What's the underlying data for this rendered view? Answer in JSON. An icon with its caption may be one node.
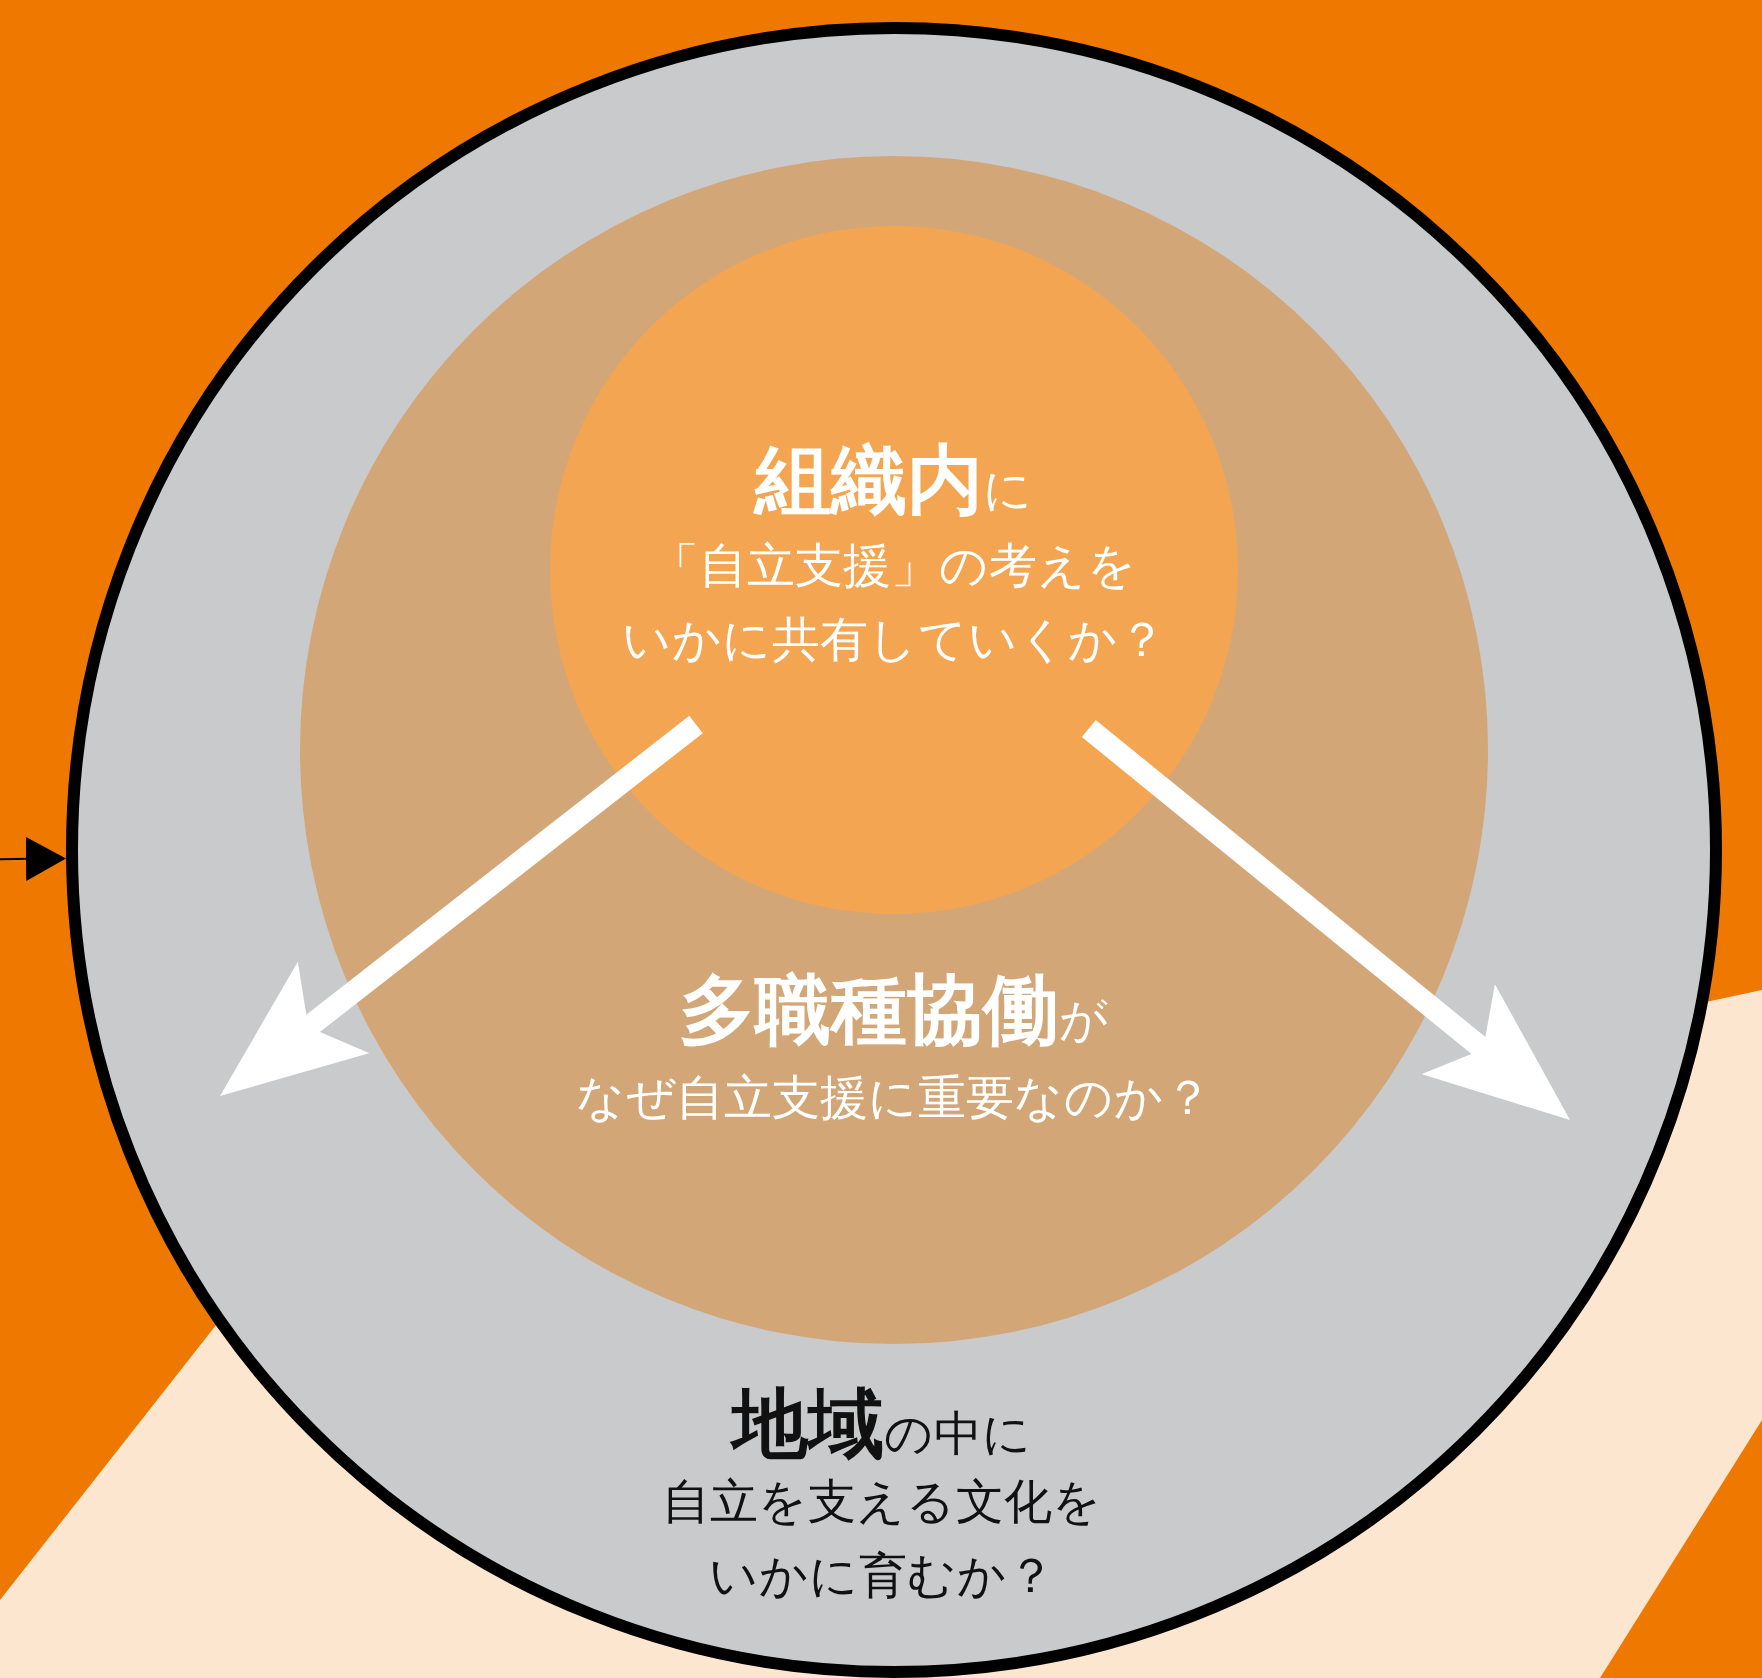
{
  "diagram": {
    "nodes": [
      {
        "text": [
          "**地域**の中に",
          "自立を支える文化をいかに育むか？"
        ]
      },
      {
        "text": [
          "**多職種協働**が",
          "なぜ自立支援に重要なのか？"
        ],
        "in": 0
      },
      {
        "text": [
          "**組織内**に",
          "「自立支援」の考えをいかに共有していくか？"
        ],
        "in": 1
      }
    ],
    "edges": [
      {
        "from": 2,
        "to": null,
        "arrow": "to"
      },
      {
        "from": 2,
        "to": null,
        "arrow": "to"
      },
      {
        "from": null,
        "to": 0,
        "arrow": "to",
        "color": "#000000"
      }
    ]
  }
}
